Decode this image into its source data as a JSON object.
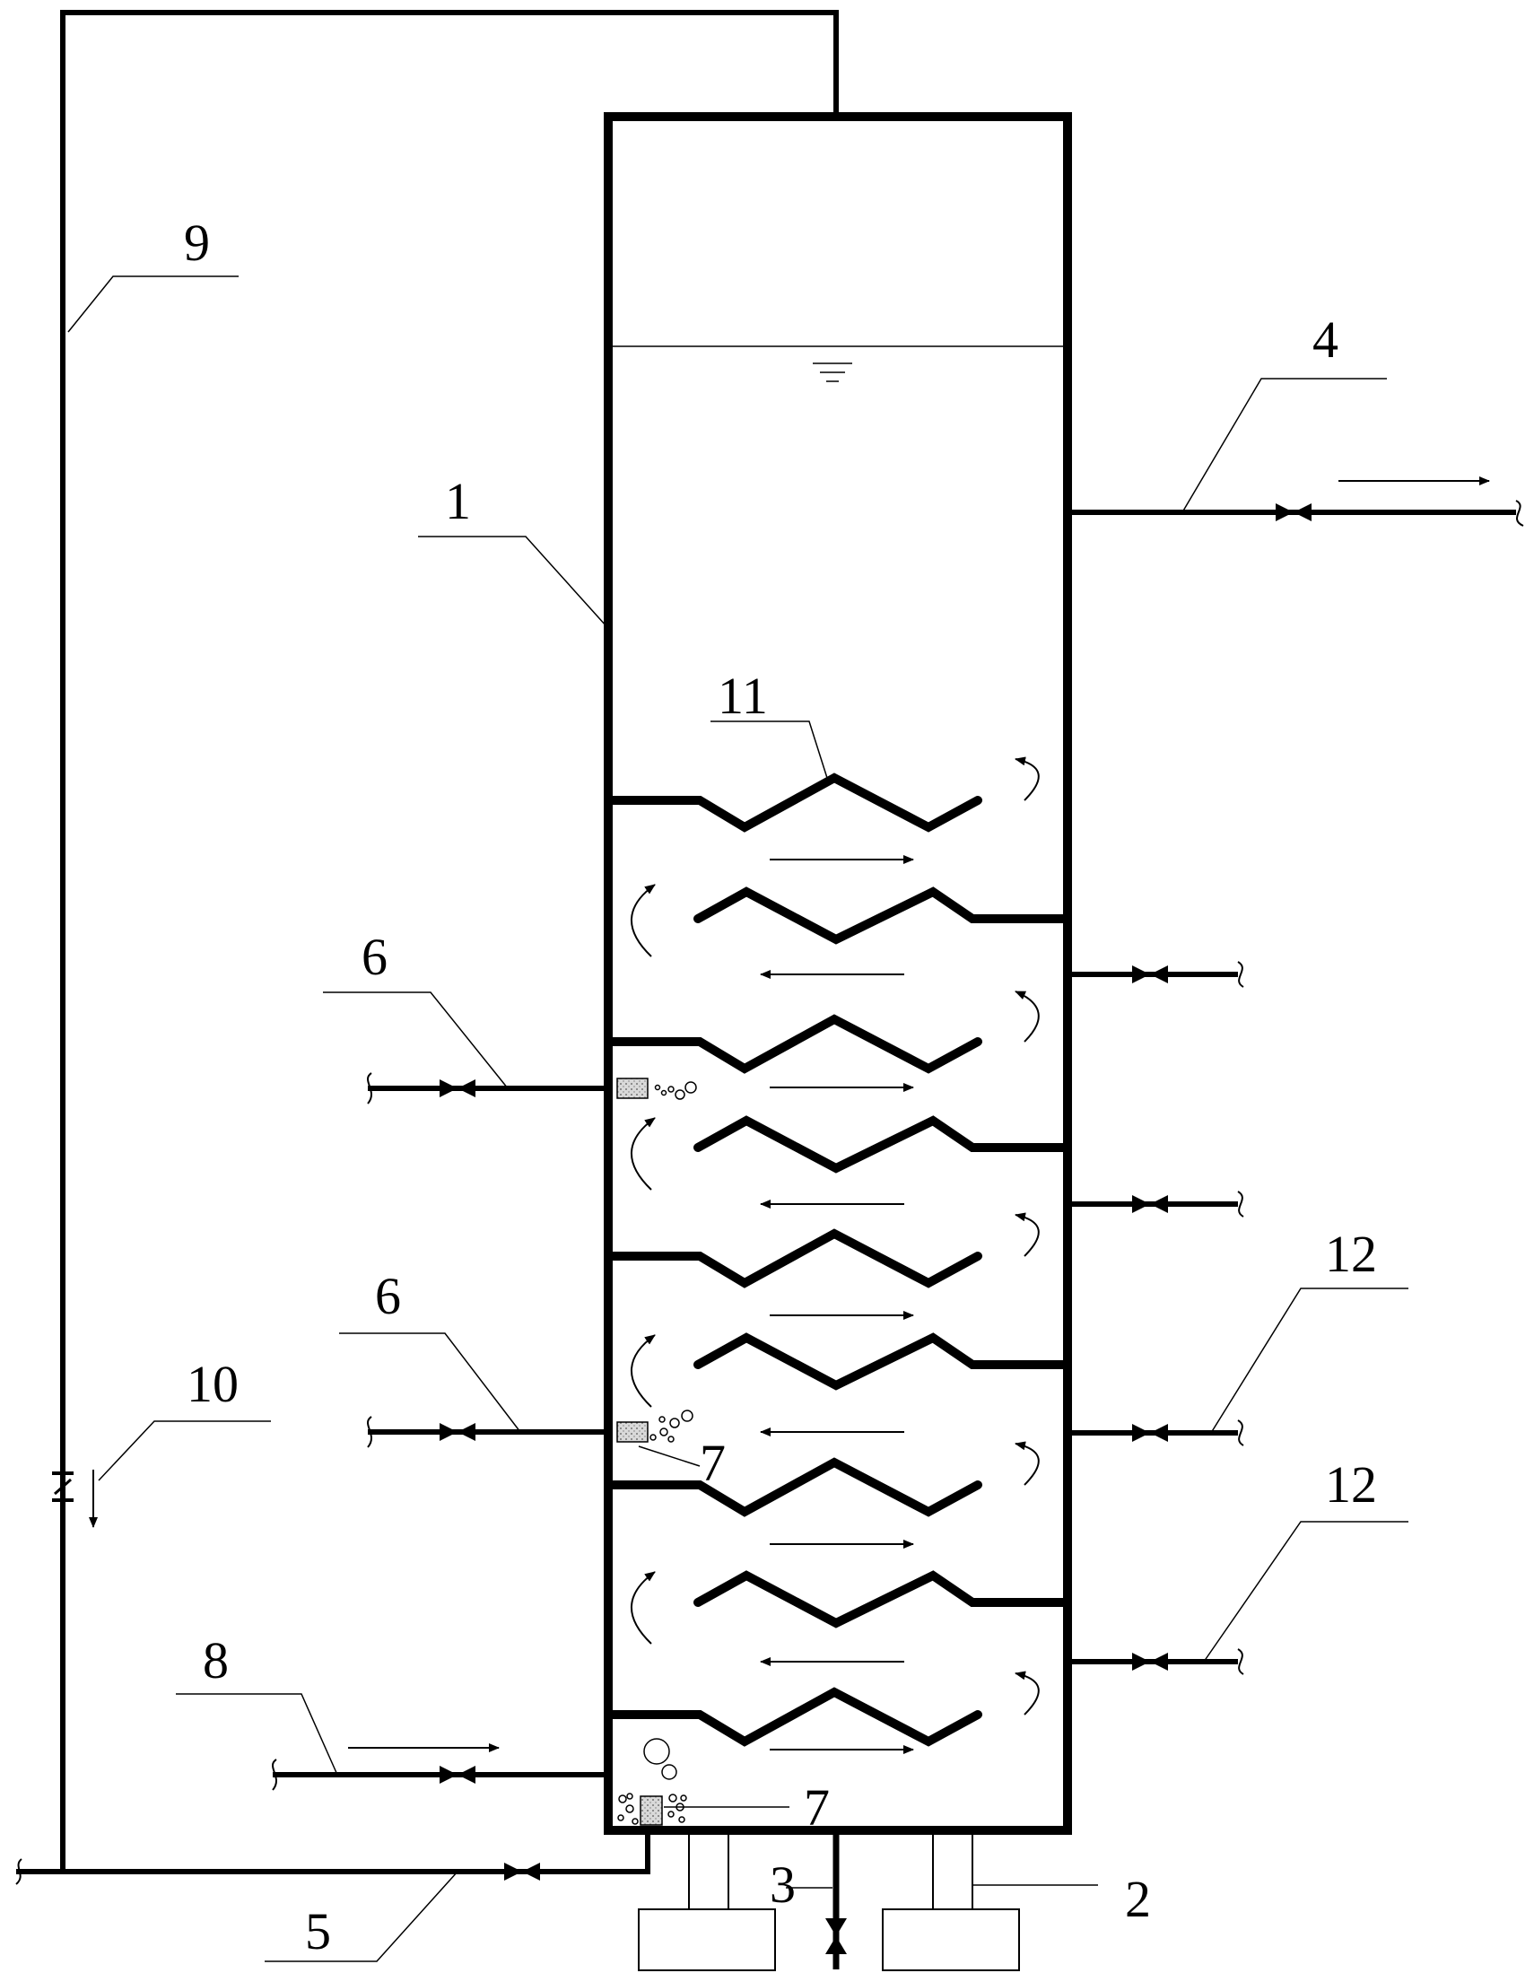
{
  "labels": {
    "l1": "1",
    "l2": "2",
    "l3": "3",
    "l4": "4",
    "l5": "5",
    "l6a": "6",
    "l6b": "6",
    "l7a": "7",
    "l7b": "7",
    "l8": "8",
    "l9": "9",
    "l10": "10",
    "l11": "11",
    "l12a": "12",
    "l12b": "12"
  },
  "colors": {
    "line": "#000000",
    "diffuser": "#cccccc",
    "background": "#ffffff"
  }
}
